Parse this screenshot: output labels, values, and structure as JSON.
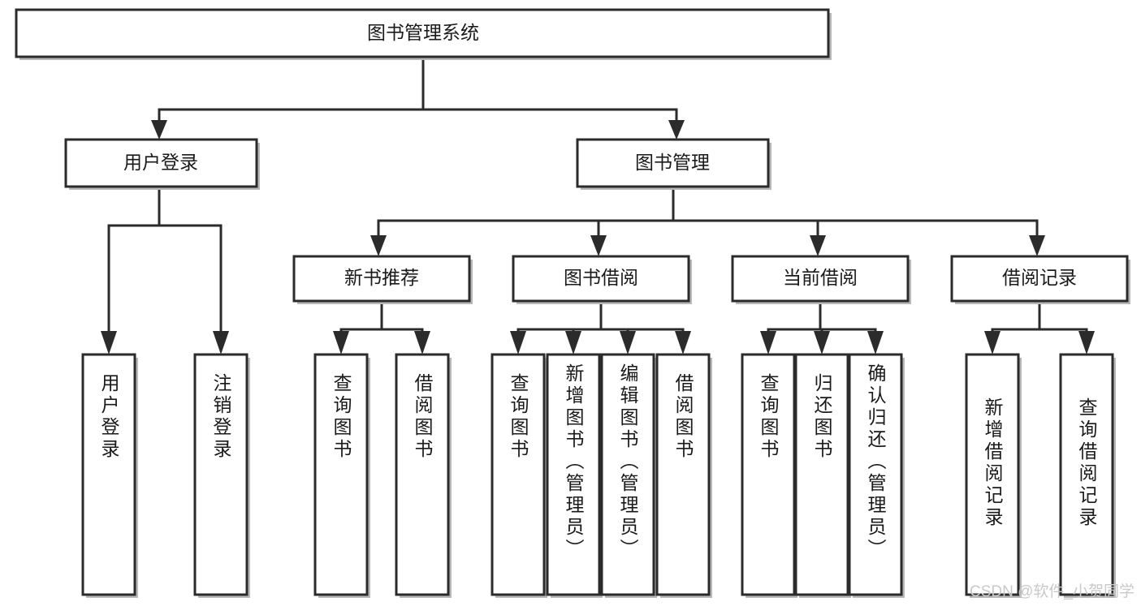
{
  "diagram": {
    "type": "tree-hierarchy",
    "title": "图书管理系统",
    "levels": {
      "root": {
        "label": "图书管理系统"
      },
      "level2": [
        {
          "id": "user-login",
          "label": "用户登录"
        },
        {
          "id": "book-manage",
          "label": "图书管理"
        }
      ],
      "level3": [
        {
          "id": "new-book-rec",
          "label": "新书推荐",
          "parent": "book-manage"
        },
        {
          "id": "book-borrow",
          "label": "图书借阅",
          "parent": "book-manage"
        },
        {
          "id": "current-borrow",
          "label": "当前借阅",
          "parent": "book-manage"
        },
        {
          "id": "borrow-record",
          "label": "借阅记录",
          "parent": "book-manage"
        }
      ],
      "leaves": [
        {
          "id": "leaf-user-login",
          "label": "用户登录",
          "parent": "user-login"
        },
        {
          "id": "leaf-user-logout",
          "label": "注销登录",
          "parent": "user-login"
        },
        {
          "id": "leaf-rec-query",
          "label": "查询图书",
          "parent": "new-book-rec"
        },
        {
          "id": "leaf-rec-borrow",
          "label": "借阅图书",
          "parent": "new-book-rec"
        },
        {
          "id": "leaf-borrow-query",
          "label": "查询图书",
          "parent": "book-borrow"
        },
        {
          "id": "leaf-borrow-add",
          "label": "新增图书（管理员）",
          "parent": "book-borrow"
        },
        {
          "id": "leaf-borrow-edit",
          "label": "编辑图书（管理员）",
          "parent": "book-borrow"
        },
        {
          "id": "leaf-borrow-lend",
          "label": "借阅图书",
          "parent": "book-borrow"
        },
        {
          "id": "leaf-cur-query",
          "label": "查询图书",
          "parent": "current-borrow"
        },
        {
          "id": "leaf-cur-return",
          "label": "归还图书",
          "parent": "current-borrow"
        },
        {
          "id": "leaf-cur-confirm",
          "label": "确认归还（管理员）",
          "parent": "current-borrow"
        },
        {
          "id": "leaf-rec-add",
          "label": "新增借阅记录",
          "parent": "borrow-record"
        },
        {
          "id": "leaf-rec-query-record",
          "label": "查询借阅记录",
          "parent": "borrow-record"
        }
      ]
    },
    "colors": {
      "box_stroke": "#2b2b2b",
      "box_fill": "#ffffff",
      "line": "#2b2b2b",
      "text": "#1a1a1a",
      "background": "#ffffff",
      "watermark": "#c9c9c9"
    }
  },
  "watermark": {
    "text": "CSDN @软件_小贺同学"
  }
}
